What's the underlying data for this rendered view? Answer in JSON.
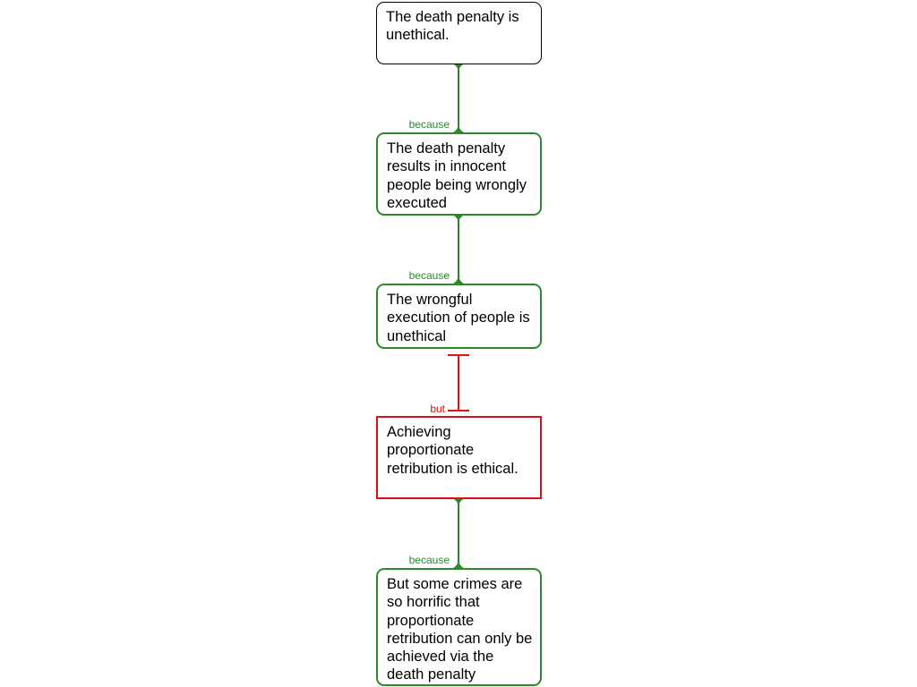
{
  "nodes": {
    "claim": {
      "text": "The death penalty is unethical.",
      "kind": "root"
    },
    "reason1": {
      "text": "The death penalty results in innocent people being wrongly executed",
      "kind": "support"
    },
    "reason2": {
      "text": "The wrongful execution of people is unethical",
      "kind": "support"
    },
    "objection": {
      "text": "Achieving proportionate retribution is ethical.",
      "kind": "oppose"
    },
    "reason3": {
      "text": "But some crimes are so horrific that proportionate retribution can only be achieved via the death penalty",
      "kind": "support"
    }
  },
  "edges": [
    {
      "from": "reason1",
      "to": "claim",
      "label": "because",
      "relation": "support"
    },
    {
      "from": "reason2",
      "to": "reason1",
      "label": "because",
      "relation": "support"
    },
    {
      "from": "objection",
      "to": "reason2",
      "label": "but",
      "relation": "oppose"
    },
    {
      "from": "reason3",
      "to": "objection",
      "label": "because",
      "relation": "support"
    }
  ],
  "colors": {
    "support": "#2a8a2a",
    "oppose": "#e01010",
    "root_border": "#000000",
    "text": "#000000"
  }
}
